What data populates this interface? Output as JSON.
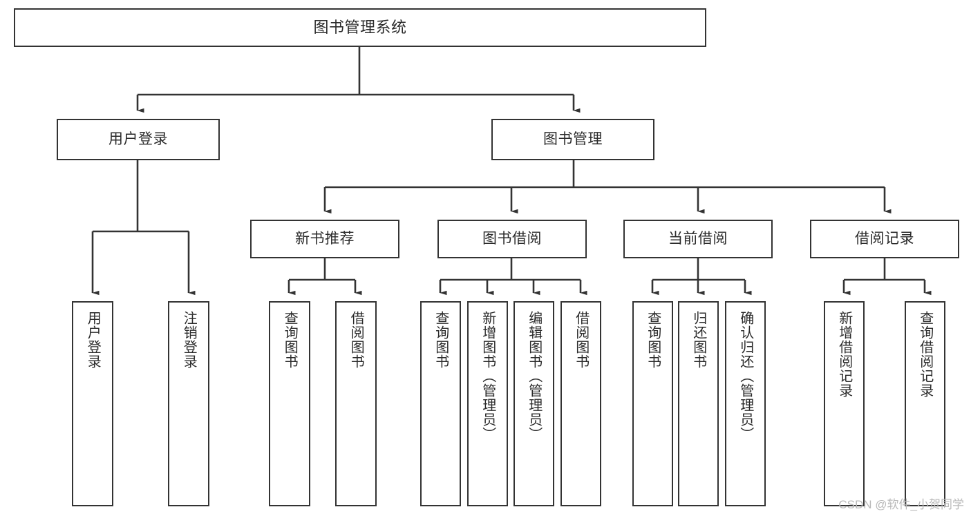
{
  "diagram": {
    "title": "图书管理系统",
    "watermark": "CSDN @软件_小贺同学",
    "colors": {
      "box_border": "#333333",
      "box_fill": "#ffffff",
      "edge": "#333333",
      "text": "#2b2b2b",
      "watermark": "#b9b9b9",
      "background": "#ffffff"
    },
    "root": {
      "label": "图书管理系统"
    },
    "level1": [
      {
        "label": "用户登录"
      },
      {
        "label": "图书管理"
      }
    ],
    "level2": [
      {
        "label": "新书推荐"
      },
      {
        "label": "图书借阅"
      },
      {
        "label": "当前借阅"
      },
      {
        "label": "借阅记录"
      }
    ],
    "leaves": {
      "user_login": [
        {
          "label": "用户登录"
        },
        {
          "label": "注销登录"
        }
      ],
      "new_book_recommend": [
        {
          "label": "查询图书"
        },
        {
          "label": "借阅图书"
        }
      ],
      "book_borrow": [
        {
          "label": "查询图书"
        },
        {
          "label": "新增图书（管理员）"
        },
        {
          "label": "编辑图书（管理员）"
        },
        {
          "label": "借阅图书"
        }
      ],
      "current_borrow": [
        {
          "label": "查询图书"
        },
        {
          "label": "归还图书"
        },
        {
          "label": "确认归还（管理员）"
        }
      ],
      "borrow_record": [
        {
          "label": "新增借阅记录"
        },
        {
          "label": "查询借阅记录"
        }
      ]
    }
  }
}
